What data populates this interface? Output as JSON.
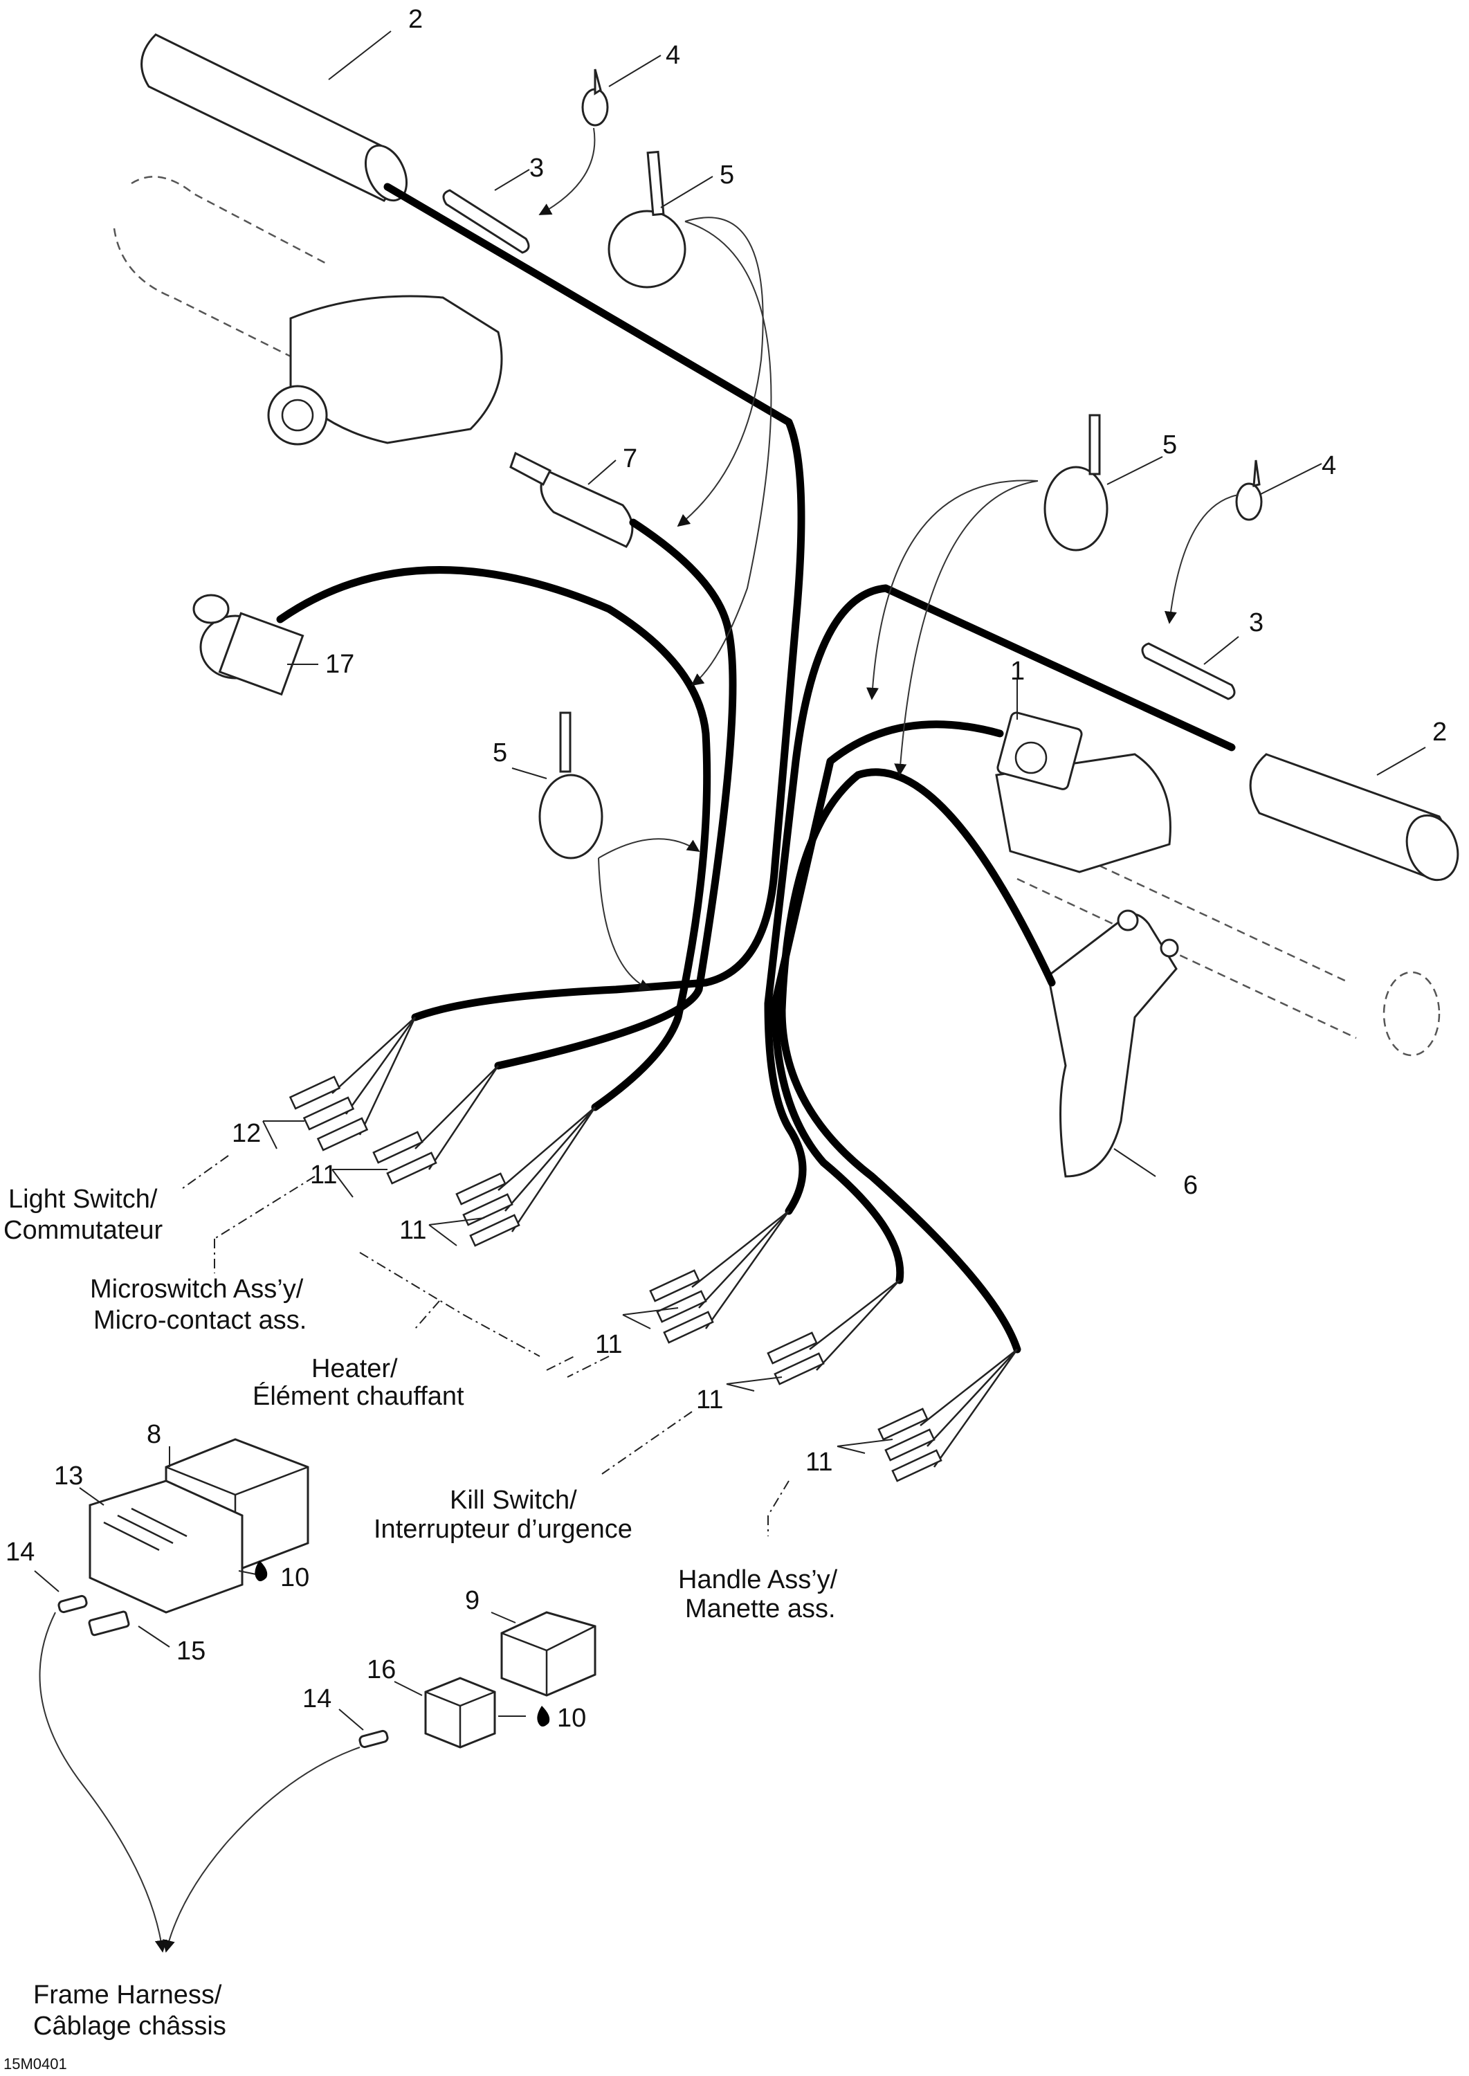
{
  "diagram_code": "15M0401",
  "callouts": {
    "c1": "1",
    "c2_top": "2",
    "c2_right": "2",
    "c3_top": "3",
    "c3_right": "3",
    "c4_top": "4",
    "c4_right": "4",
    "c5_top": "5",
    "c5_right": "5",
    "c5_mid": "5",
    "c6": "6",
    "c7": "7",
    "c8": "8",
    "c9": "9",
    "c10_a": "10",
    "c10_b": "10",
    "c11_a": "11",
    "c11_b": "11",
    "c11_c": "11",
    "c11_d": "11",
    "c11_e": "11",
    "c12": "12",
    "c13": "13",
    "c14_a": "14",
    "c14_b": "14",
    "c15": "15",
    "c16": "16",
    "c17": "17"
  },
  "labels": {
    "light_switch_1": "Light Switch/",
    "light_switch_2": "Commutateur",
    "microswitch_1": "Microswitch Ass’y/",
    "microswitch_2": "Micro-contact ass.",
    "heater_1": "Heater/",
    "heater_2": "Élément chauffant",
    "kill_switch_1": "Kill Switch/",
    "kill_switch_2": "Interrupteur d’urgence",
    "handle_1": "Handle Ass’y/",
    "handle_2": "Manette ass.",
    "frame_harness_1": "Frame Harness/",
    "frame_harness_2": "Câblage châssis"
  }
}
